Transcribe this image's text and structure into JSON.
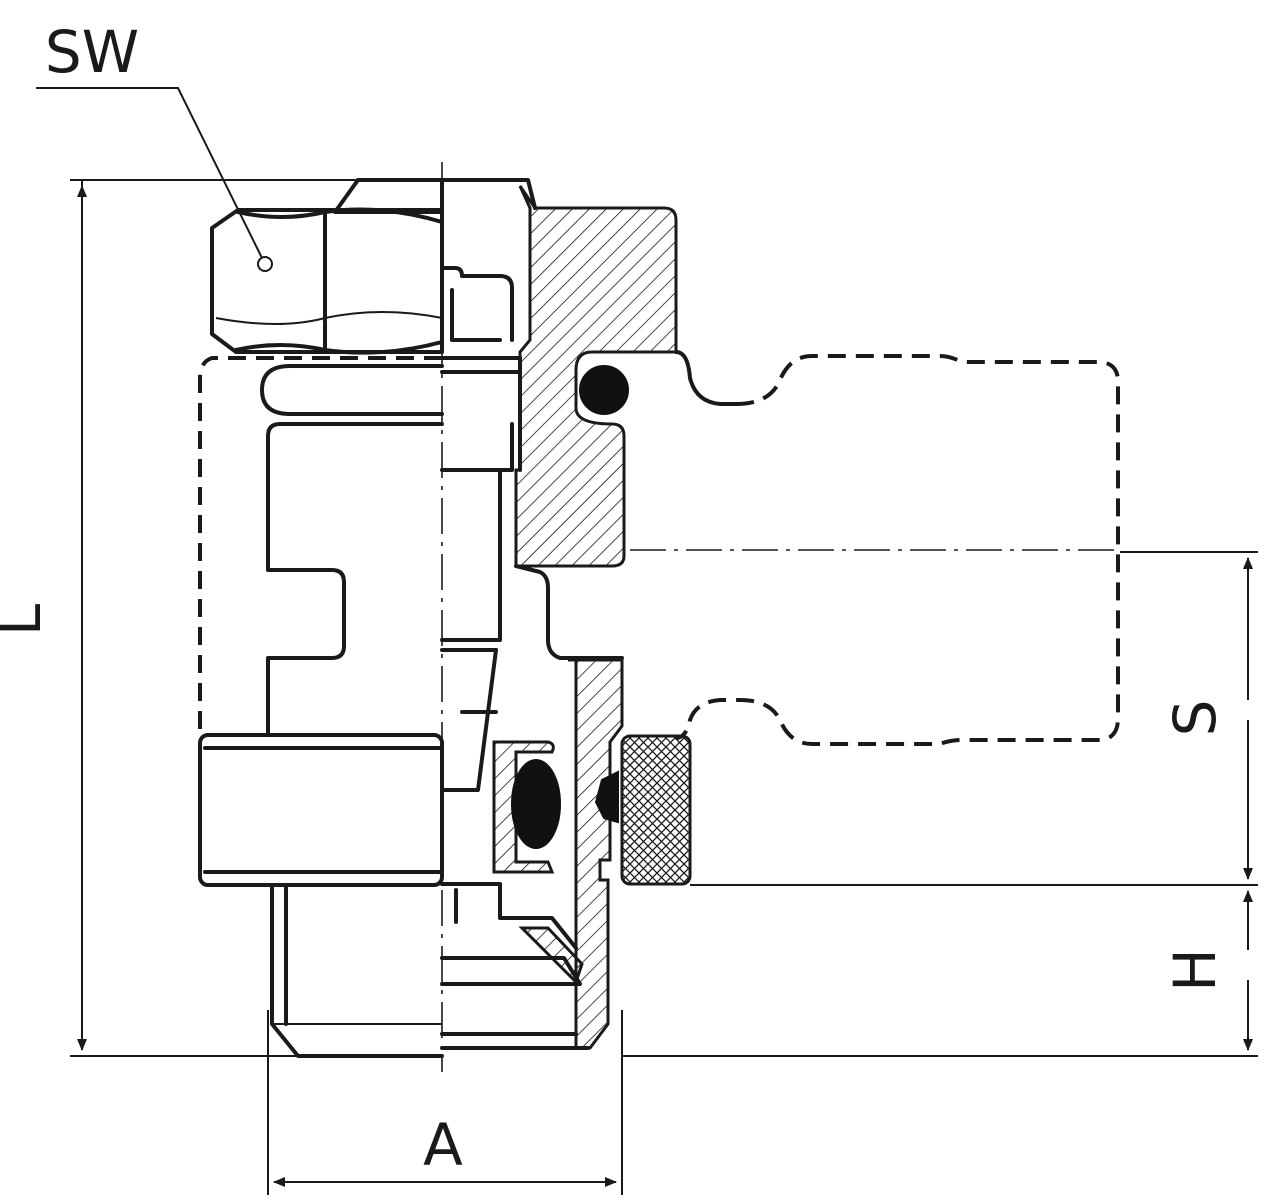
{
  "labels": {
    "sw": "SW",
    "l": "L",
    "a": "A",
    "s": "S",
    "h": "H"
  },
  "colors": {
    "line": "#1a1a1a",
    "background": "#ffffff"
  }
}
